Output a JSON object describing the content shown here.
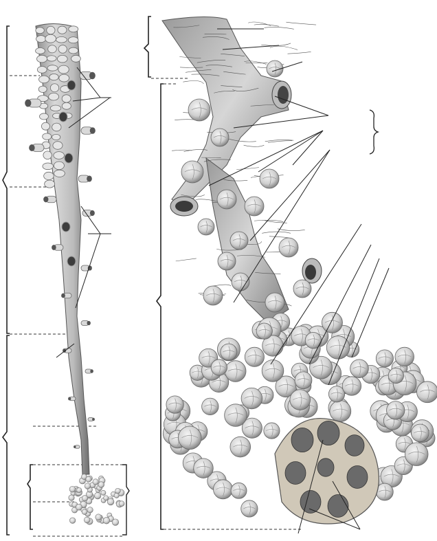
{
  "figure": {
    "description_visible_text": "",
    "colors": {
      "paper": "#ffffff",
      "ink": "#222222",
      "tissue_light": "#e9e9e9",
      "tissue_mid": "#bdbdbd",
      "tissue_dark": "#7d7d7d",
      "lumen": "#3a3a3a"
    },
    "left_panel": {
      "brackets": 3,
      "dashed_dividers": 5,
      "leader_line_groups": 3
    },
    "right_panel": {
      "brackets": 2,
      "leader_lines": 14,
      "curly_label_brace": 1
    }
  }
}
